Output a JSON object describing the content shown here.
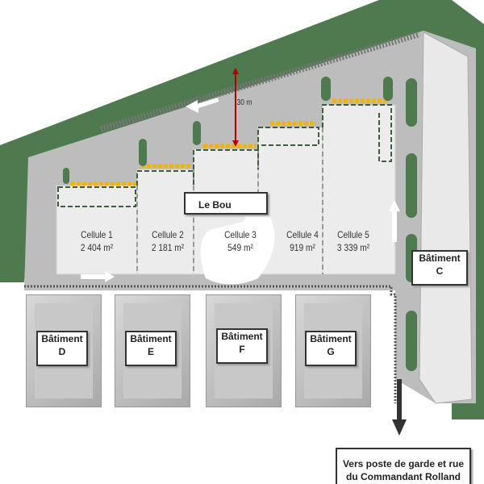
{
  "cells": [
    {
      "name": "Cellule 1",
      "area": "2 404 m²"
    },
    {
      "name": "Cellule 2",
      "area": "2 181 m²"
    },
    {
      "name": "Cellule 3",
      "area": "549 m²"
    },
    {
      "name": "Cellule 4",
      "area": "919 m²"
    },
    {
      "name": "Cellule 5",
      "area": "3 339 m²"
    }
  ],
  "building_label": "Le Bou",
  "distance": "30 m",
  "buildings": {
    "c": "Bâtiment C",
    "d": "Bâtiment D",
    "e": "Bâtiment E",
    "f": "Bâtiment F",
    "g": "Bâtiment G"
  },
  "buildings_letters": {
    "c": "C",
    "d": "D",
    "e": "E",
    "f": "F",
    "g": "G"
  },
  "buildings_word": "Bâtiment",
  "exit_note": "Vers poste de garde et rue du Commandant Rolland",
  "colors": {
    "green": "#4f7a50",
    "ground": "#bdbdbd",
    "cell": "#ececec",
    "yellow": "#f2b400",
    "arrow_red": "#b00000"
  }
}
